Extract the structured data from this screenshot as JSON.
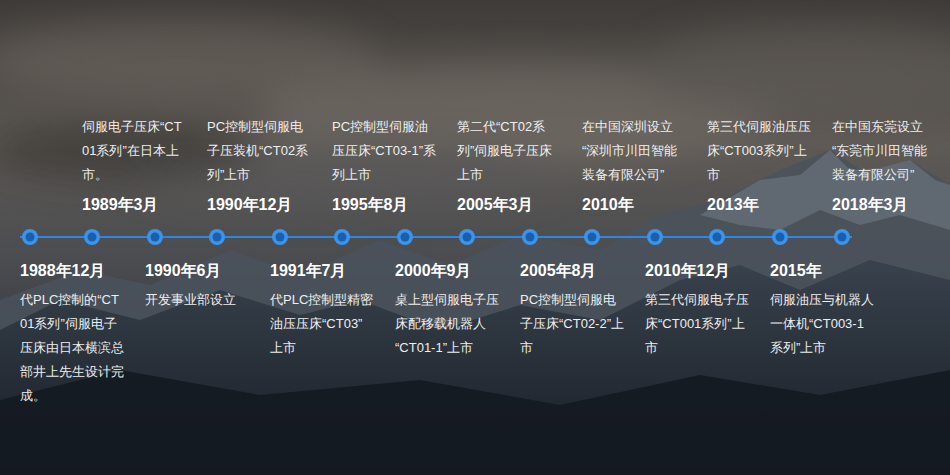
{
  "diagram": {
    "labels": [
      "1988年12月",
      "代PLC控制的“CT01系列”伺服电子压床由日本横滨总部井上先生设计完成。",
      "1989年3月",
      "伺服电子压床“CT01系列”在日本上市。",
      "1990年6月",
      "开发事业部设立",
      "1990年12月",
      "PC控制型伺服电子压装机“CT02系列”上市",
      "1991年7月",
      "代PLC控制型精密油压压床“CT03”上市",
      "1995年8月",
      "PC控制型伺服油压压床“CT03-1”系列上市",
      "2000年9月",
      "桌上型伺服电子压床配移载机器人“CT01-1”上市",
      "2005年3月",
      "第二代“CT02系列”伺服电子压床上市",
      "2005年8月",
      "PC控制型伺服电子压床“CT02-2”上市",
      "2010年",
      "在中国深圳设立“深圳市川田智能装备有限公司”",
      "2010年12月",
      "第三代伺服电子压床“CT001系列”上市",
      "2013年",
      "第三代伺服油压压床“CT003系列”上市",
      "2015年",
      "伺服油压与机器人一体机“CT003-1系列”上市",
      "2018年3月",
      "在中国东莞设立“东莞市川田智能装备有限公司”"
    ]
  }
}
